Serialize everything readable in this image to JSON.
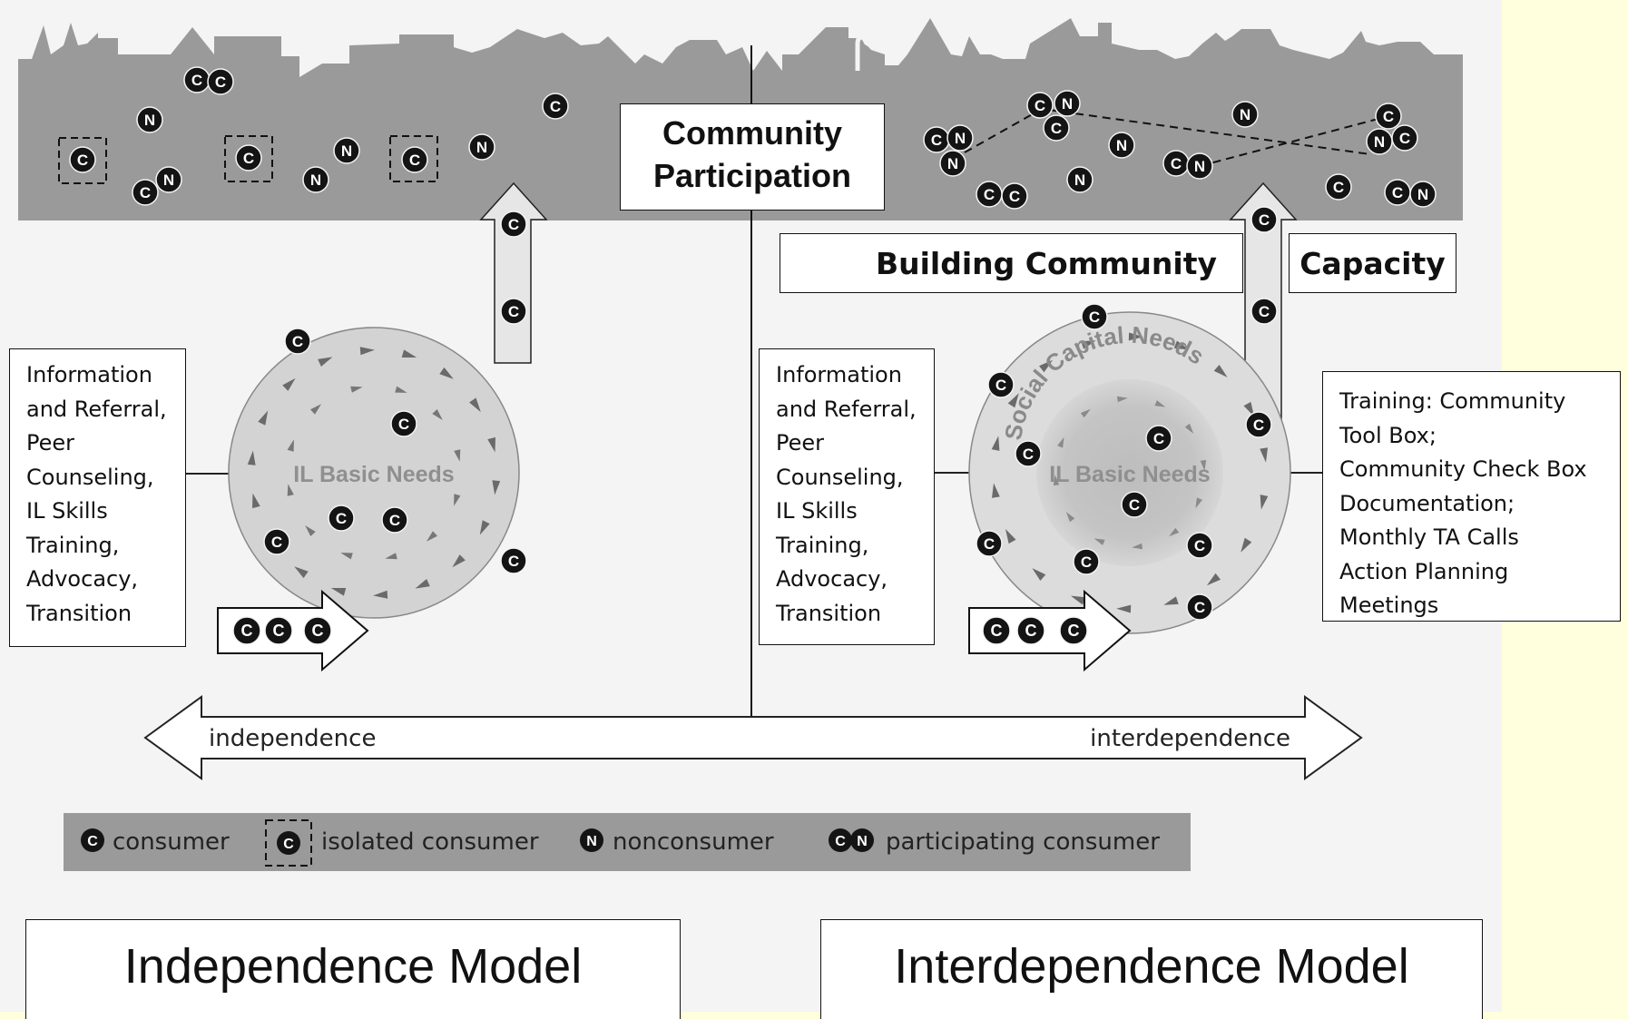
{
  "top_label": {
    "line1": "Community",
    "line2": "Participation"
  },
  "bands": {
    "left": "Building Community",
    "right": "Capacity"
  },
  "left_services": [
    "Information",
    "and Referral,",
    "Peer",
    "Counseling,",
    "IL Skills",
    "Training,",
    "Advocacy,",
    "Transition"
  ],
  "right_services": [
    "Information",
    "and Referral,",
    "Peer",
    "Counseling,",
    "IL Skills",
    "Training,",
    "Advocacy,",
    "Transition"
  ],
  "training": [
    "Training: Community",
    "Tool Box;",
    "Community Check Box",
    "Documentation;",
    "Monthly TA Calls",
    "Action Planning",
    "Meetings"
  ],
  "circles": {
    "left_inner": "IL Basic Needs",
    "right_inner": "IL Basic Needs",
    "right_outer": "Social Capital Needs"
  },
  "axis": {
    "left": "independence",
    "right": "interdependence"
  },
  "legend": {
    "consumer": "consumer",
    "isolated": "isolated consumer",
    "nonconsumer": "nonconsumer",
    "participating": "participating consumer"
  },
  "symbols": {
    "consumer": "C",
    "nonconsumer": "N"
  },
  "models": {
    "left": "Independence Model",
    "right": "Interdependence Model"
  },
  "colors": {
    "background": "#ffffdd",
    "panel": "#f4f4f4",
    "band": "#9a9a9a",
    "circle": "#d3d3d3",
    "marker": "#141414"
  }
}
